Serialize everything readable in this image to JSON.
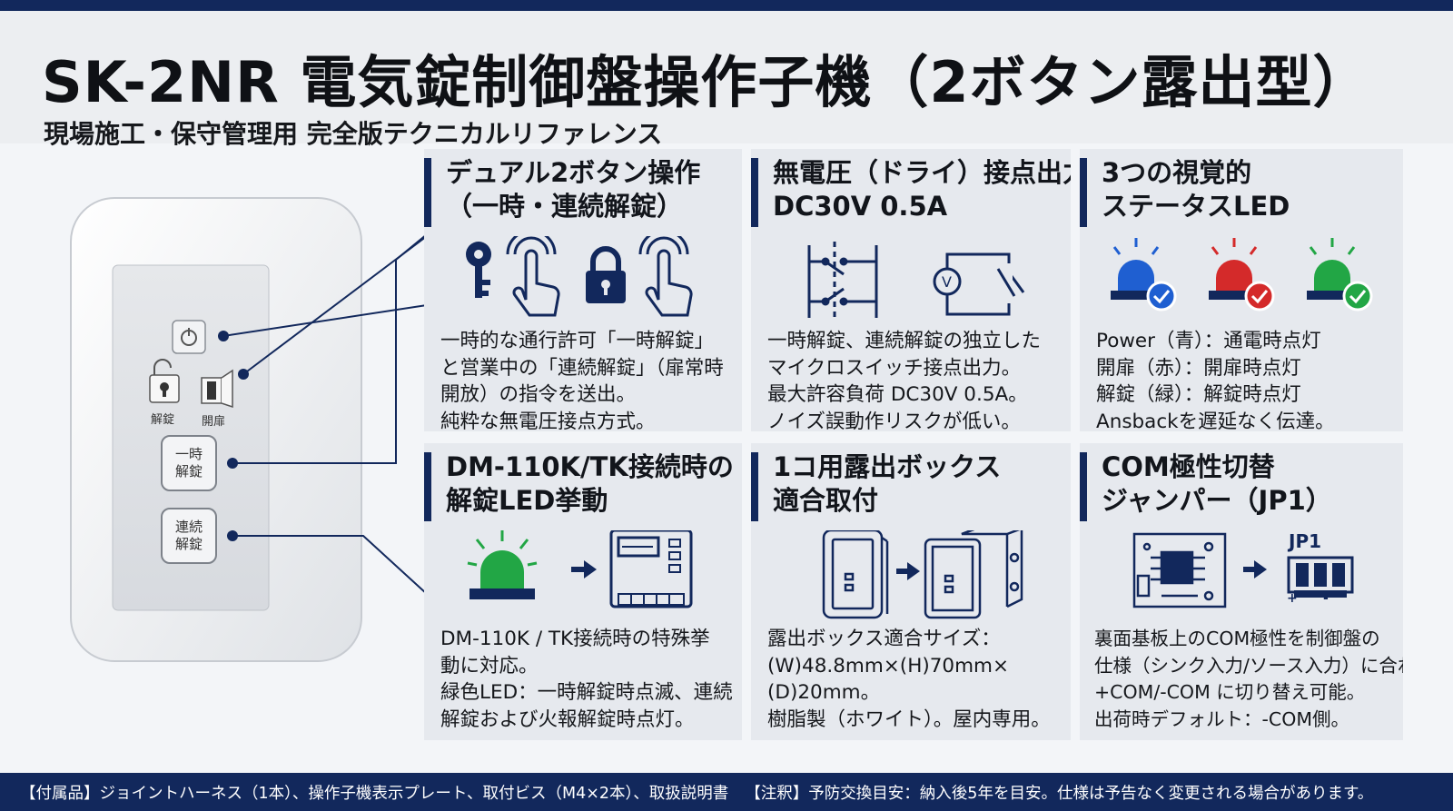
{
  "header": {
    "title": "SK-2NR 電気錠制御盤操作子機（2ボタン露出型）",
    "subtitle": "現場施工・保守管理用 完全版テクニカルリファレンス"
  },
  "device": {
    "power_icon": "power-icon",
    "label_unlock": "解錠",
    "label_open": "開扉",
    "button1_line1": "一時",
    "button1_line2": "解錠",
    "button2_line1": "連続",
    "button2_line2": "解錠"
  },
  "panels": [
    {
      "title1": "デュアル2ボタン操作",
      "title2": "（一時・連続解錠）",
      "icons": [
        "key-icon",
        "touch-hand-icon",
        "padlock-icon",
        "touch-hand-icon"
      ],
      "lines": [
        "一時的な通行許可「一時解錠」",
        "と営業中の「連続解錠」（扉常時",
        "開放）の指令を送出。",
        "純粋な無電圧接点方式。"
      ]
    },
    {
      "title1": "無電圧（ドライ）接点出力",
      "title2": "DC30V 0.5A",
      "icons": [
        "dry-contact-icon",
        "voltmeter-switch-icon"
      ],
      "lines": [
        "一時解錠、連続解錠の独立した",
        "マイクロスイッチ接点出力。",
        "最大許容負荷 DC30V 0.5A。",
        "ノイズ誤動作リスクが低い。"
      ]
    },
    {
      "title1": "3つの視覚的",
      "title2": "ステータスLED",
      "icons": [
        "blue-beacon-icon",
        "red-beacon-icon",
        "green-beacon-icon"
      ],
      "lines": [
        "Power（青）：通電時点灯",
        "開扉（赤）：開扉時点灯",
        "解錠（緑）：解錠時点灯",
        "Ansbackを遅延なく伝達。"
      ]
    },
    {
      "title1": "DM-110K/TK接続時の",
      "title2": "解錠LED挙動",
      "icons": [
        "green-beacon-icon",
        "arrow-right-icon",
        "control-panel-icon"
      ],
      "lines": [
        "DM-110K / TK接続時の特殊挙",
        "動に対応。",
        "緑色LED：一時解錠時点滅、連続",
        "解錠および火報解錠時点灯。"
      ]
    },
    {
      "title1": "1コ用露出ボックス",
      "title2": "適合取付",
      "icons": [
        "switch-plate-icon",
        "arrow-right-icon",
        "surface-box-icon"
      ],
      "lines": [
        "露出ボックス適合サイズ：",
        "(W)48.8mm×(H)70mm×",
        "(D)20mm。",
        "樹脂製（ホワイト）。屋内専用。"
      ]
    },
    {
      "title1": "COM極性切替",
      "title2": "ジャンパー（JP1）",
      "jp_label": "JP1",
      "jp_plus": "+",
      "jp_minus": "-",
      "icons": [
        "circuit-board-icon",
        "arrow-right-icon",
        "jumper-icon"
      ],
      "lines": [
        "裏面基板上のCOM極性を制御盤の",
        "仕様（シンク入力/ソース入力）に合わせて",
        "+COM/-COM に切り替え可能。",
        "出荷時デフォルト：-COM側。"
      ]
    }
  ],
  "footer": {
    "accessories": "【付属品】ジョイントハーネス（1本）、操作子機表示プレート、取付ビス（M4×2本）、取扱説明書",
    "notes": "【注釈】予防交換目安：納入後5年を目安。仕様は予告なく変更される場合があります。"
  },
  "colors": {
    "navy": "#12285c",
    "blue": "#1f5fd1",
    "red": "#d42a2a",
    "green": "#22a645",
    "check": "#1f5fd1"
  }
}
